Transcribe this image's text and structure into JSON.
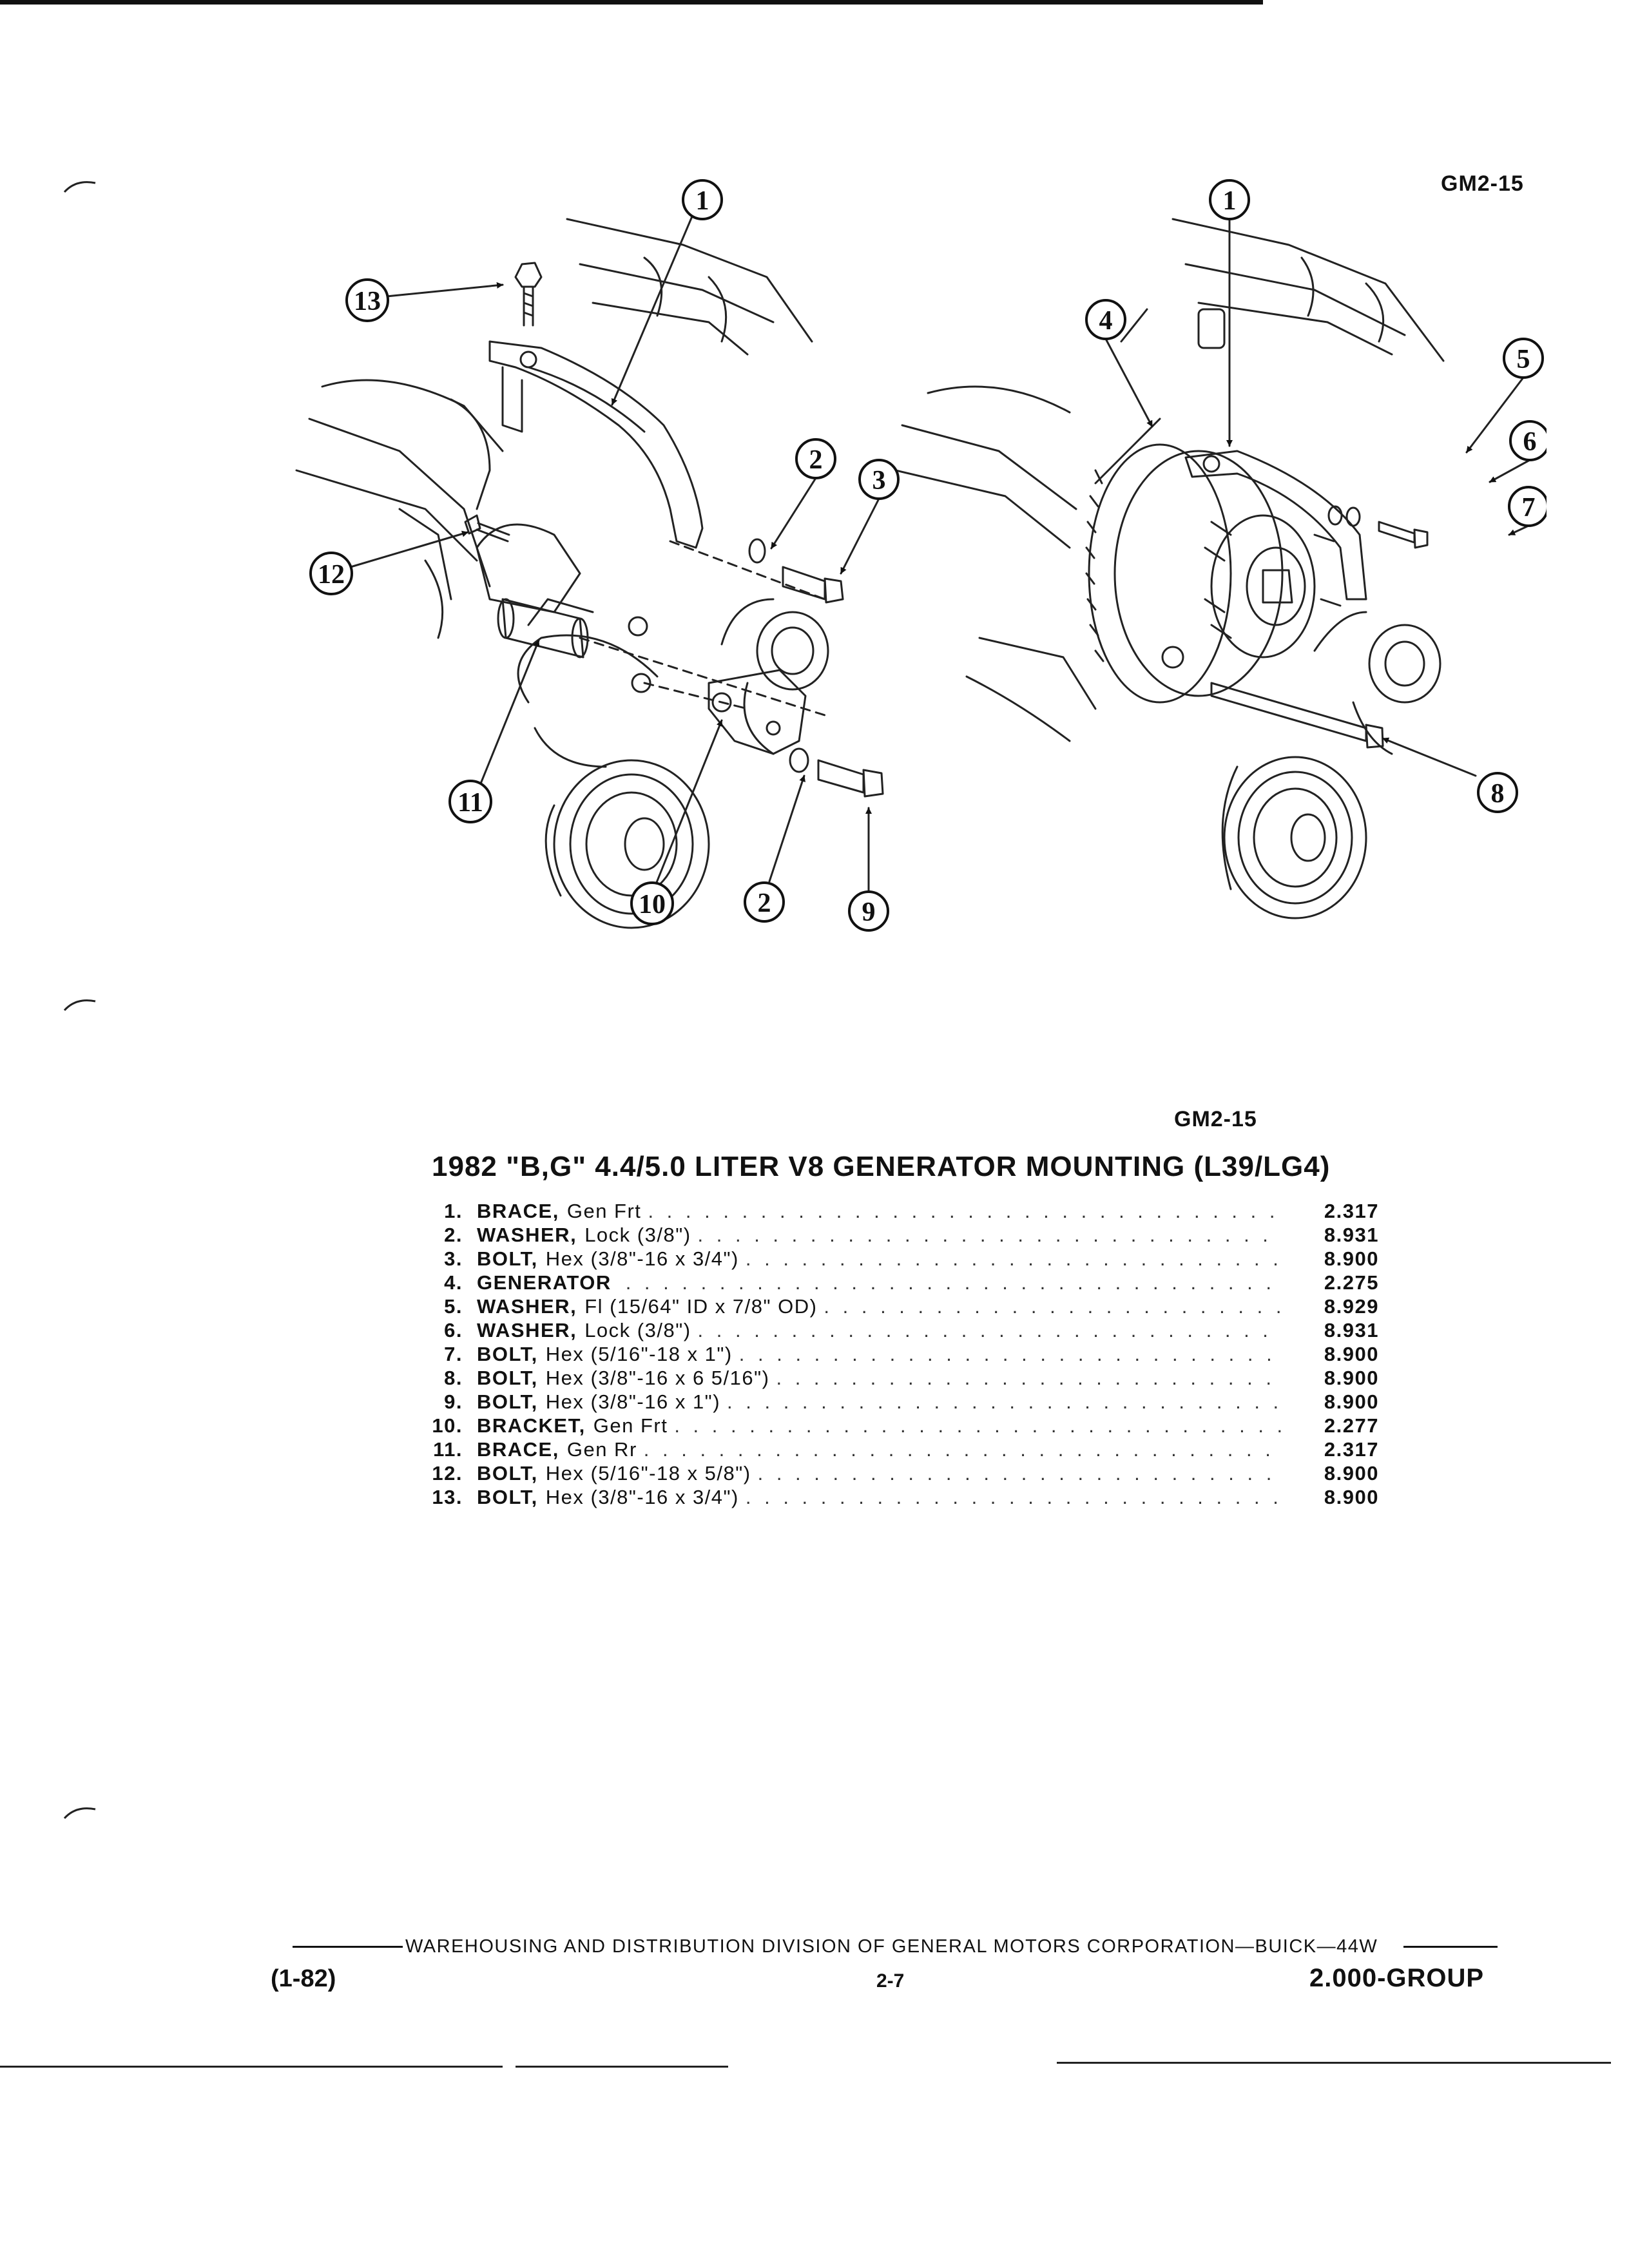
{
  "figure": {
    "code_top": "GM2-15",
    "code_bottom": "GM2-15",
    "callouts": {
      "c1_left": "1",
      "c1_right": "1",
      "c2_upper": "2",
      "c2_lower": "2",
      "c3": "3",
      "c4": "4",
      "c5": "5",
      "c6": "6",
      "c7": "7",
      "c8": "8",
      "c9": "9",
      "c10": "10",
      "c11": "11",
      "c12": "12",
      "c13": "13"
    }
  },
  "parts": {
    "title": "1982 \"B,G\" 4.4/5.0 LITER V8 GENERATOR MOUNTING (L39/LG4)",
    "items": [
      {
        "num": "1.",
        "name": "BRACE,",
        "desc": "Gen Frt",
        "group": "2.317"
      },
      {
        "num": "2.",
        "name": "WASHER,",
        "desc": "Lock (3/8\")",
        "group": "8.931"
      },
      {
        "num": "3.",
        "name": "BOLT,",
        "desc": "Hex (3/8\"-16 x 3/4\")",
        "group": "8.900"
      },
      {
        "num": "4.",
        "name": "GENERATOR",
        "desc": "",
        "group": "2.275"
      },
      {
        "num": "5.",
        "name": "WASHER,",
        "desc": "Fl (15/64\" ID x 7/8\" OD)",
        "group": "8.929"
      },
      {
        "num": "6.",
        "name": "WASHER,",
        "desc": "Lock (3/8\")",
        "group": "8.931"
      },
      {
        "num": "7.",
        "name": "BOLT,",
        "desc": "Hex (5/16\"-18 x 1\")",
        "group": "8.900"
      },
      {
        "num": "8.",
        "name": "BOLT,",
        "desc": "Hex (3/8\"-16 x 6 5/16\")",
        "group": "8.900"
      },
      {
        "num": "9.",
        "name": "BOLT,",
        "desc": "Hex (3/8\"-16 x 1\")",
        "group": "8.900"
      },
      {
        "num": "10.",
        "name": "BRACKET,",
        "desc": "Gen Frt",
        "group": "2.277"
      },
      {
        "num": "11.",
        "name": "BRACE,",
        "desc": "Gen Rr",
        "group": "2.317"
      },
      {
        "num": "12.",
        "name": "BOLT,",
        "desc": "Hex (5/16\"-18 x 5/8\")",
        "group": "8.900"
      },
      {
        "num": "13.",
        "name": "BOLT,",
        "desc": "Hex (3/8\"-16 x 3/4\")",
        "group": "8.900"
      }
    ]
  },
  "footer": {
    "publisher": "WAREHOUSING AND DISTRIBUTION DIVISION OF GENERAL MOTORS CORPORATION—BUICK—44W",
    "date": "(1-82)",
    "page": "2-7",
    "group": "2.000-GROUP"
  }
}
